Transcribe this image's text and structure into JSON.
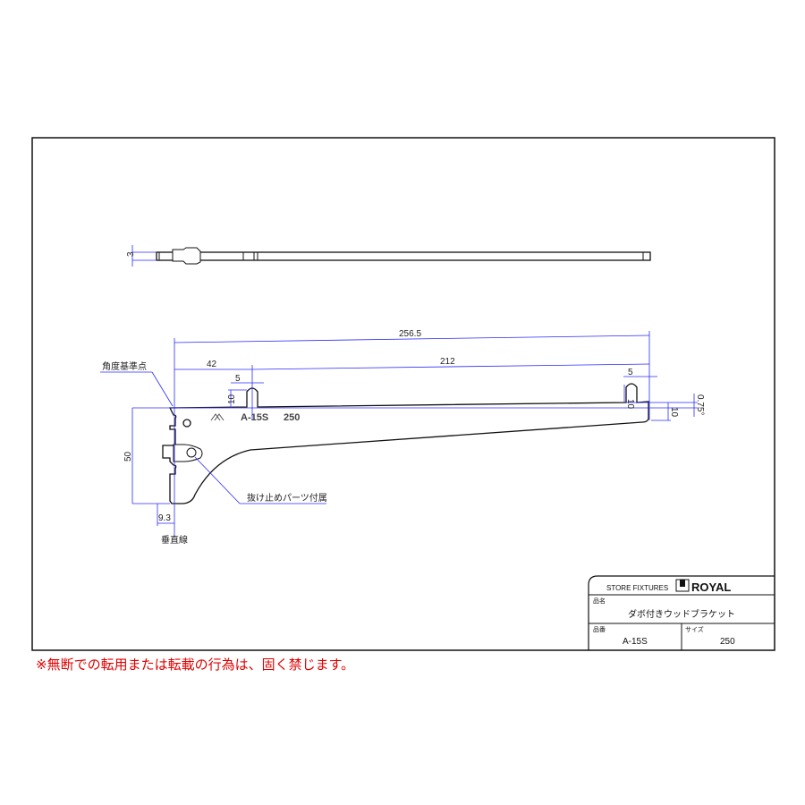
{
  "drawing": {
    "dimensions": {
      "thickness": "3",
      "overall_length": "256.5",
      "first_hole_offset": "42",
      "hole_spacing": "212",
      "slot_width_left": "5",
      "slot_height_left": "10",
      "slot_width_right": "5",
      "slot_height_right": "10",
      "tip_height": "10",
      "angle": "0.75°",
      "height": "50",
      "hook_depth": "9.3"
    },
    "labels": {
      "angle_reference": "角度基準点",
      "retainer_note": "抜け止めパーツ付属",
      "vertical_line": "垂直線",
      "stamp_model": "A-15S",
      "stamp_size": "250"
    }
  },
  "title_block": {
    "company": "STORE FIXTURES",
    "brand": "ROYAL",
    "name_label": "品名",
    "name_value": "ダボ付きウッドブラケット",
    "part_label": "品番",
    "part_value": "A-15S",
    "size_label": "サイズ",
    "size_value": "250"
  },
  "warning": "※無断での転用または転載の行為は、固く禁じます。"
}
